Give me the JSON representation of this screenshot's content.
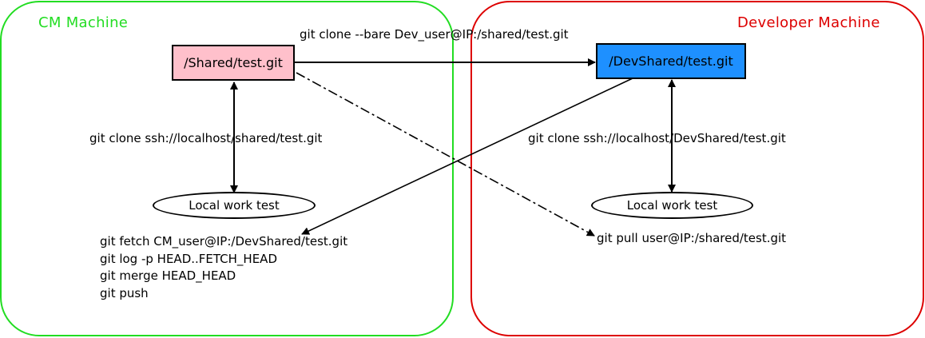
{
  "machines": {
    "cm": {
      "title": "CM Machine",
      "color": "#22dd22"
    },
    "dev": {
      "title": "Developer Machine",
      "color": "#dd0000"
    }
  },
  "repos": {
    "cm": {
      "label": "/Shared/test.git",
      "fill": "#ffc0cb"
    },
    "dev": {
      "label": "/DevShared/test.git",
      "fill": "#1e90ff"
    }
  },
  "work": {
    "cm": {
      "label": "Local work test"
    },
    "dev": {
      "label": "Local work test"
    }
  },
  "edges": {
    "bare_clone": "git clone --bare Dev_user@IP:/shared/test.git",
    "cm_clone": "git clone ssh://localhost/shared/test.git",
    "dev_clone": "git clone ssh://localhost/DevShared/test.git",
    "dev_pull": "git pull user@IP:/shared/test.git"
  },
  "cm_commands": [
    "git fetch CM_user@IP:/DevShared/test.git",
    "git log -p HEAD..FETCH_HEAD",
    "git merge HEAD_HEAD",
    "git push"
  ]
}
